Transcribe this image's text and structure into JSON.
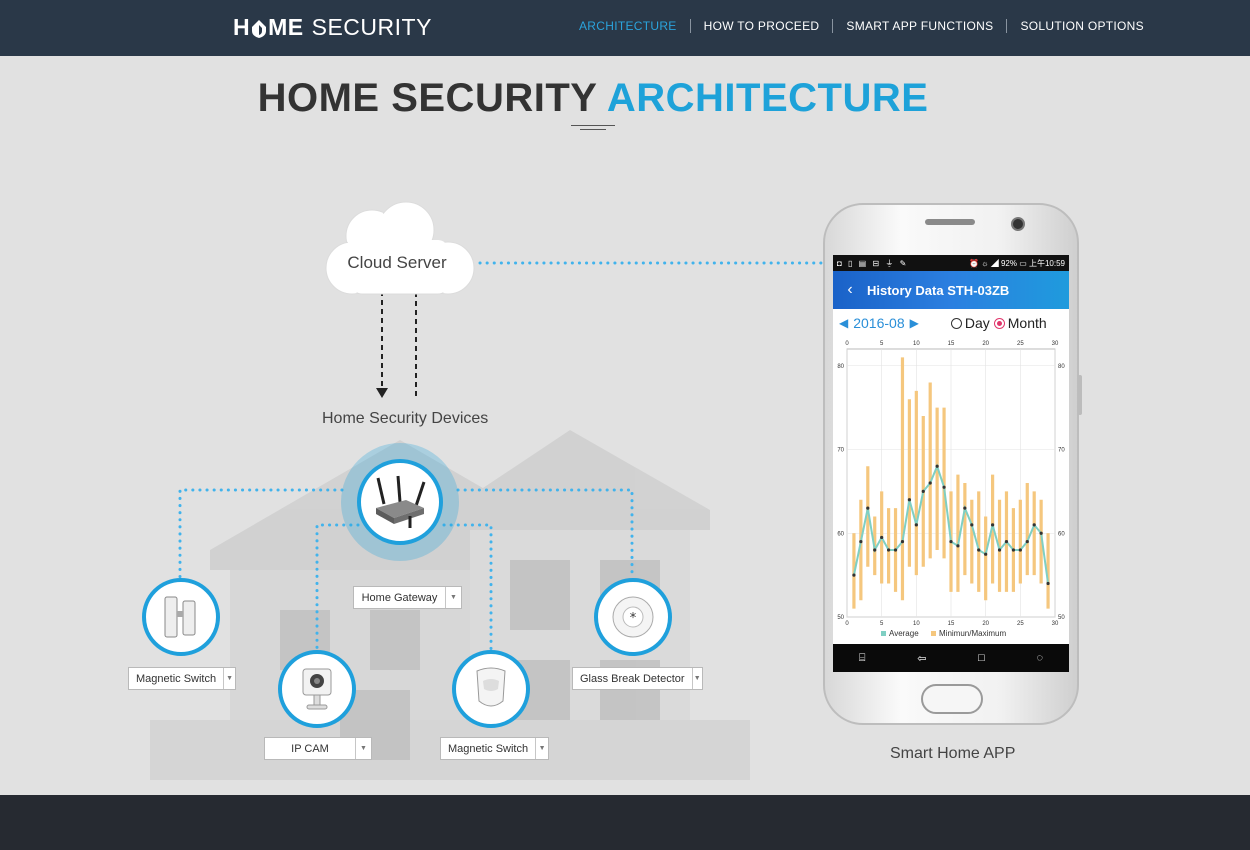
{
  "brand": {
    "part1": "H",
    "part2": "ME",
    "part3": "SECURITY"
  },
  "nav": {
    "items": [
      {
        "label": "ARCHITECTURE",
        "active": true
      },
      {
        "label": "HOW TO PROCEED",
        "active": false
      },
      {
        "label": "SMART APP FUNCTIONS",
        "active": false
      },
      {
        "label": "SOLUTION OPTIONS",
        "active": false
      }
    ]
  },
  "heading": {
    "dark": "HOME SECURITY",
    "blue": "ARCHITECTURE"
  },
  "diagram": {
    "cloud_label": "Cloud Server",
    "devices_label": "Home Security Devices",
    "app_label": "Smart Home APP",
    "devices": {
      "gateway": "Home Gateway",
      "magnetic_left": "Magnetic Switch",
      "ipcam": "IP CAM",
      "magnetic_right": "Magnetic Switch",
      "glass": "Glass Break Detector"
    }
  },
  "app": {
    "status_left": "◘ ▯ ▤ ⊟ ⏚ ✎",
    "status_right": "⏰ ☼ ◢ 92% ▭ 上午10:59",
    "back_icon": "‹",
    "title": "History Data STH-03ZB",
    "date": "2016-08",
    "radio_day": "Day",
    "radio_month": "Month",
    "nav_icons": [
      "⌸",
      "⇦",
      "□",
      "◌"
    ]
  },
  "chart_data": {
    "type": "line",
    "x_ticks": [
      0,
      5,
      10,
      15,
      20,
      25,
      30
    ],
    "y_ticks": [
      50,
      60,
      70,
      80
    ],
    "xlim": [
      0,
      30
    ],
    "ylim": [
      50,
      82
    ],
    "grid": true,
    "legend": [
      "Average",
      "Minimun/Maximum"
    ],
    "legend_position": "bottom",
    "series": [
      {
        "name": "Average",
        "color": "#7fcfc3",
        "x": [
          1,
          2,
          3,
          4,
          5,
          6,
          7,
          8,
          9,
          10,
          11,
          12,
          13,
          14,
          15,
          16,
          17,
          18,
          19,
          20,
          21,
          22,
          23,
          24,
          25,
          26,
          27,
          28,
          29
        ],
        "values": [
          55,
          59,
          63,
          58,
          59.5,
          58,
          58,
          59,
          64,
          61,
          65,
          66,
          68,
          65.5,
          59,
          58.5,
          63,
          61,
          58,
          57.5,
          61,
          58,
          59,
          58,
          58,
          59,
          61,
          60,
          54
        ]
      },
      {
        "name": "Minimun/Maximum",
        "color": "#f5c77e",
        "x": [
          1,
          2,
          3,
          4,
          5,
          6,
          7,
          8,
          9,
          10,
          11,
          12,
          13,
          14,
          15,
          16,
          17,
          18,
          19,
          20,
          21,
          22,
          23,
          24,
          25,
          26,
          27,
          28,
          29
        ],
        "min": [
          51,
          52,
          56,
          55,
          54,
          54,
          53,
          52,
          56,
          55,
          56,
          57,
          58,
          57,
          53,
          53,
          55,
          54,
          53,
          52,
          54,
          53,
          53,
          53,
          54,
          55,
          55,
          54,
          51
        ],
        "max": [
          60,
          64,
          68,
          62,
          65,
          63,
          63,
          81,
          76,
          77,
          74,
          78,
          75,
          75,
          65,
          67,
          66,
          64,
          65,
          62,
          67,
          64,
          65,
          63,
          64,
          66,
          65,
          64,
          60
        ]
      }
    ]
  },
  "colors": {
    "accent": "#1ea2d9",
    "nav_bg": "#2a3848",
    "footer_bg": "#262a31"
  }
}
